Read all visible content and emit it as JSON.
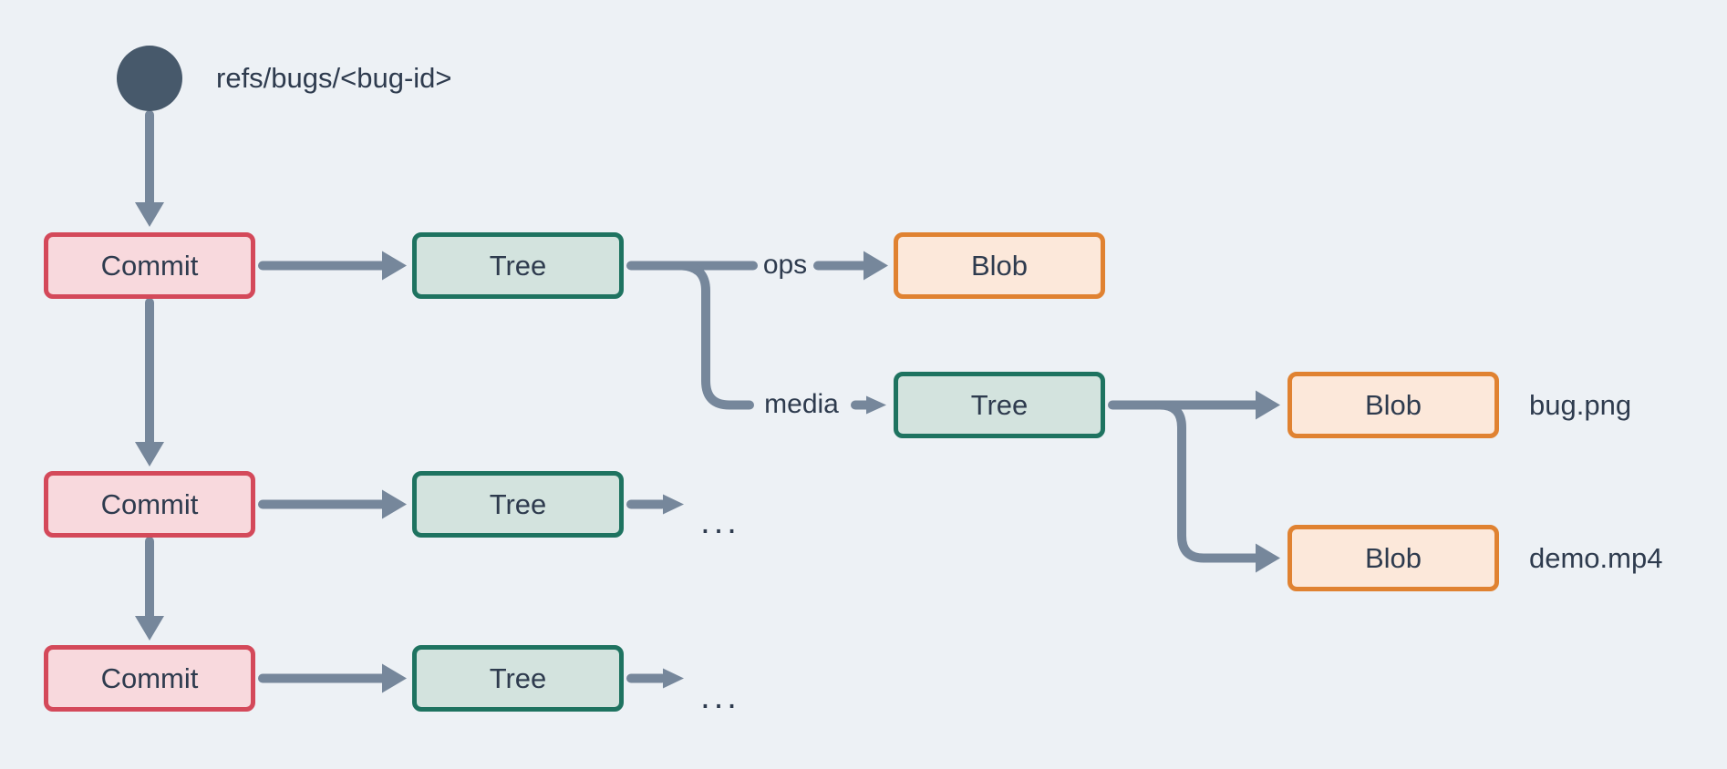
{
  "colors": {
    "canvas-bg": "#edf1f5",
    "ink": "#2e3b4e",
    "connector": "#76879b",
    "ref-fill": "#47596b",
    "commit-fill": "#f8d9dd",
    "commit-border": "#d4495a",
    "tree-fill": "#d3e3de",
    "tree-border": "#1e7360",
    "blob-fill": "#fce8da",
    "blob-border": "#e08231"
  },
  "diagram": {
    "ref": {
      "label": "refs/bugs/<bug-id>"
    },
    "nodes": [
      {
        "id": "commit-1",
        "type": "commit",
        "label": "Commit"
      },
      {
        "id": "commit-2",
        "type": "commit",
        "label": "Commit"
      },
      {
        "id": "commit-3",
        "type": "commit",
        "label": "Commit"
      },
      {
        "id": "tree-root-1",
        "type": "tree",
        "label": "Tree"
      },
      {
        "id": "tree-root-2",
        "type": "tree",
        "label": "Tree"
      },
      {
        "id": "tree-root-3",
        "type": "tree",
        "label": "Tree"
      },
      {
        "id": "tree-media",
        "type": "tree",
        "label": "Tree"
      },
      {
        "id": "blob-ops",
        "type": "blob",
        "label": "Blob"
      },
      {
        "id": "blob-bug",
        "type": "blob",
        "label": "Blob"
      },
      {
        "id": "blob-demo",
        "type": "blob",
        "label": "Blob"
      }
    ],
    "edge_labels": [
      {
        "id": "ops",
        "label": "ops"
      },
      {
        "id": "media",
        "label": "media"
      }
    ],
    "file_labels": [
      {
        "id": "bug-png",
        "label": "bug.png"
      },
      {
        "id": "demo-mp4",
        "label": "demo.mp4"
      }
    ],
    "ellipsis": "..."
  }
}
